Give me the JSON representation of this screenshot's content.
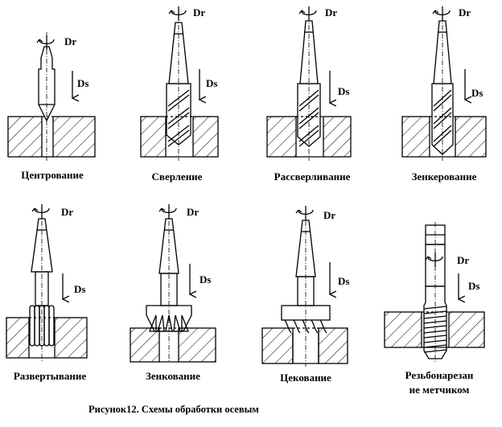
{
  "labels": {
    "dr": "Dr",
    "ds": "Ds"
  },
  "operations": [
    {
      "name": "Центрование"
    },
    {
      "name": "Сверление"
    },
    {
      "name": "Рассверливание"
    },
    {
      "name": "Зенкерование"
    },
    {
      "name": "Развертывание"
    },
    {
      "name": "Зенкование"
    },
    {
      "name": "Цекование"
    },
    {
      "name_line1": "Резьбонарезан",
      "name_line2": "ие метчиком"
    }
  ],
  "caption": "Рисунок12. Схемы обработки осевым"
}
